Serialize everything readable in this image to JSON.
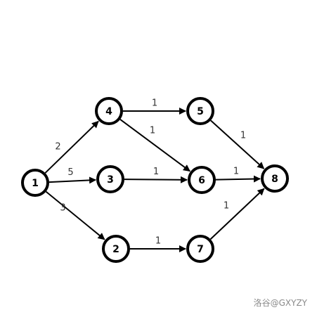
{
  "graph": {
    "nodes": [
      {
        "id": "1",
        "label": "1"
      },
      {
        "id": "2",
        "label": "2"
      },
      {
        "id": "3",
        "label": "3"
      },
      {
        "id": "4",
        "label": "4"
      },
      {
        "id": "5",
        "label": "5"
      },
      {
        "id": "6",
        "label": "6"
      },
      {
        "id": "7",
        "label": "7"
      },
      {
        "id": "8",
        "label": "8"
      }
    ],
    "edges": [
      {
        "from": "1",
        "to": "4",
        "weight": "2"
      },
      {
        "from": "1",
        "to": "3",
        "weight": "5"
      },
      {
        "from": "1",
        "to": "2",
        "weight": "3"
      },
      {
        "from": "4",
        "to": "5",
        "weight": "1"
      },
      {
        "from": "4",
        "to": "6",
        "weight": "1"
      },
      {
        "from": "3",
        "to": "6",
        "weight": "1"
      },
      {
        "from": "2",
        "to": "7",
        "weight": "1"
      },
      {
        "from": "5",
        "to": "8",
        "weight": "1"
      },
      {
        "from": "6",
        "to": "8",
        "weight": "1"
      },
      {
        "from": "7",
        "to": "8",
        "weight": "1"
      }
    ]
  },
  "watermark": "洛谷@GXYZY"
}
